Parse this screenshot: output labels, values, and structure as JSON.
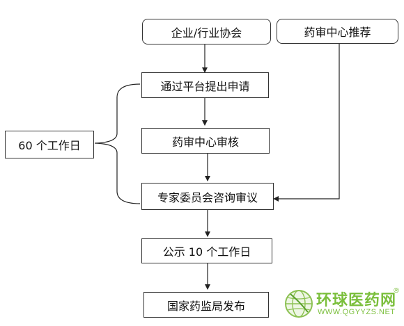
{
  "flowchart": {
    "association_label": "企业/行业协会",
    "drug_center_recommend_label": "药审中心推荐",
    "apply_label": "通过平台提出申请",
    "review_label": "药审中心审核",
    "expert_label": "专家委员会咨询审议",
    "publicity_label": "公示 10 个工作日",
    "publish_label": "国家药监局发布",
    "duration_label": "60 个工作日"
  },
  "watermark": {
    "title": "环球医药网",
    "registered": "®",
    "url": "WWW.QGYYZS.NET"
  }
}
